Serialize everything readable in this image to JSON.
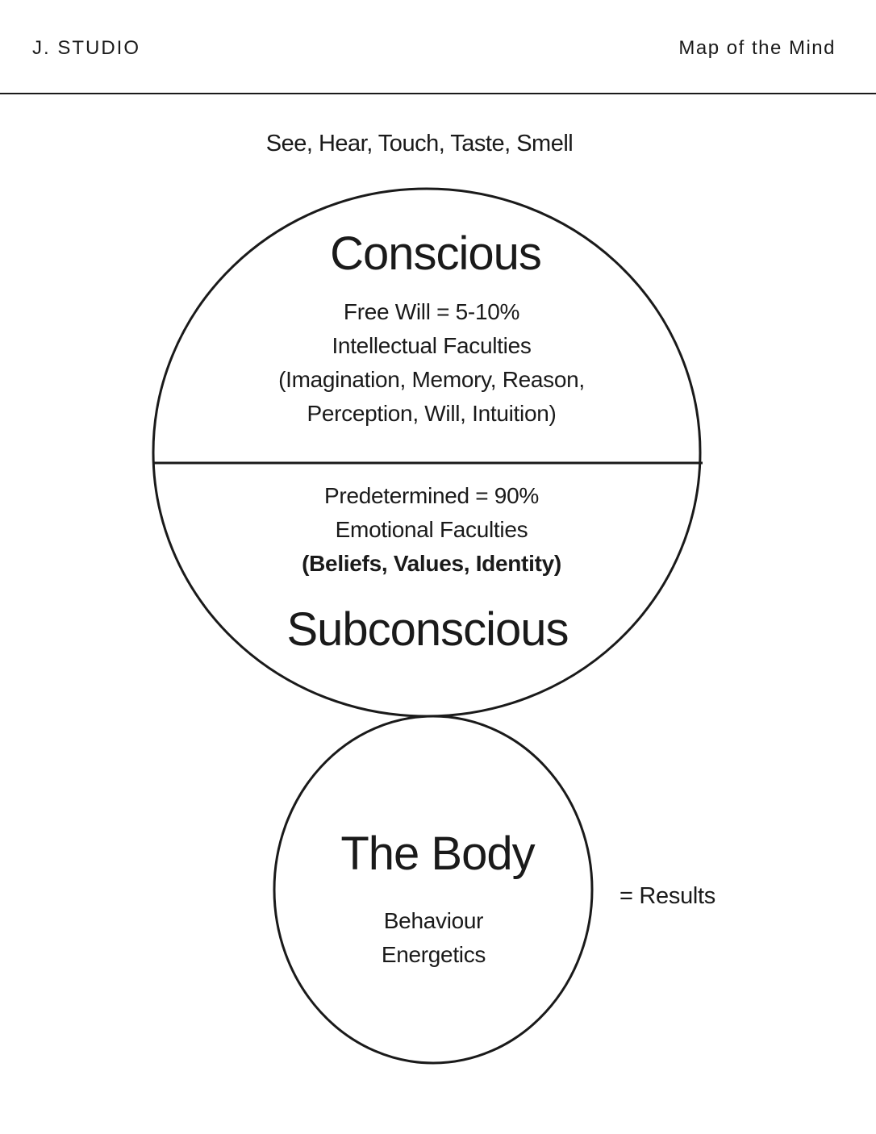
{
  "header": {
    "brand": "J. STUDIO",
    "title": "Map of the Mind"
  },
  "diagram": {
    "senses": "See, Hear, Touch, Taste, Smell",
    "conscious": {
      "title": "Conscious",
      "lines": [
        "Free Will = 5-10%",
        "Intellectual Faculties",
        "(Imagination, Memory, Reason,",
        "Perception, Will, Intuition)"
      ]
    },
    "subconscious": {
      "title": "Subconscious",
      "lines": [
        "Predetermined = 90%",
        "Emotional Faculties",
        "(Beliefs, Values, Identity)"
      ]
    },
    "body": {
      "title": "The Body",
      "lines": [
        "Behaviour",
        "Energetics"
      ]
    },
    "results": "= Results"
  },
  "colors": {
    "ink": "#1a1a1a",
    "background": "#ffffff"
  }
}
